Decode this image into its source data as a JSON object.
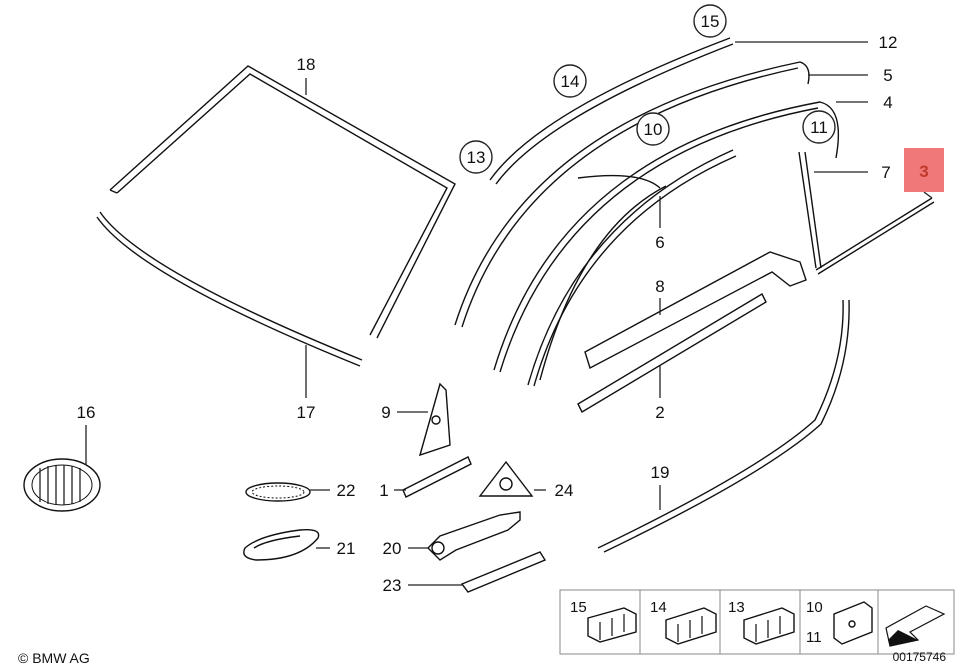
{
  "labels": {
    "l1": "1",
    "l2": "2",
    "l3": "3",
    "l4": "4",
    "l5": "5",
    "l6": "6",
    "l7": "7",
    "l8": "8",
    "l9": "9",
    "l10": "10",
    "l11": "11",
    "l12": "12",
    "l13": "13",
    "l14": "14",
    "l15": "15",
    "l16": "16",
    "l17": "17",
    "l18": "18",
    "l19": "19",
    "l20": "20",
    "l21": "21",
    "l22": "22",
    "l23": "23",
    "l24": "24"
  },
  "legend": {
    "items": [
      "15",
      "14",
      "13",
      "10",
      "11"
    ]
  },
  "highlight_color": "#f07878",
  "copyright": "© BMW AG",
  "reference": "00175746"
}
